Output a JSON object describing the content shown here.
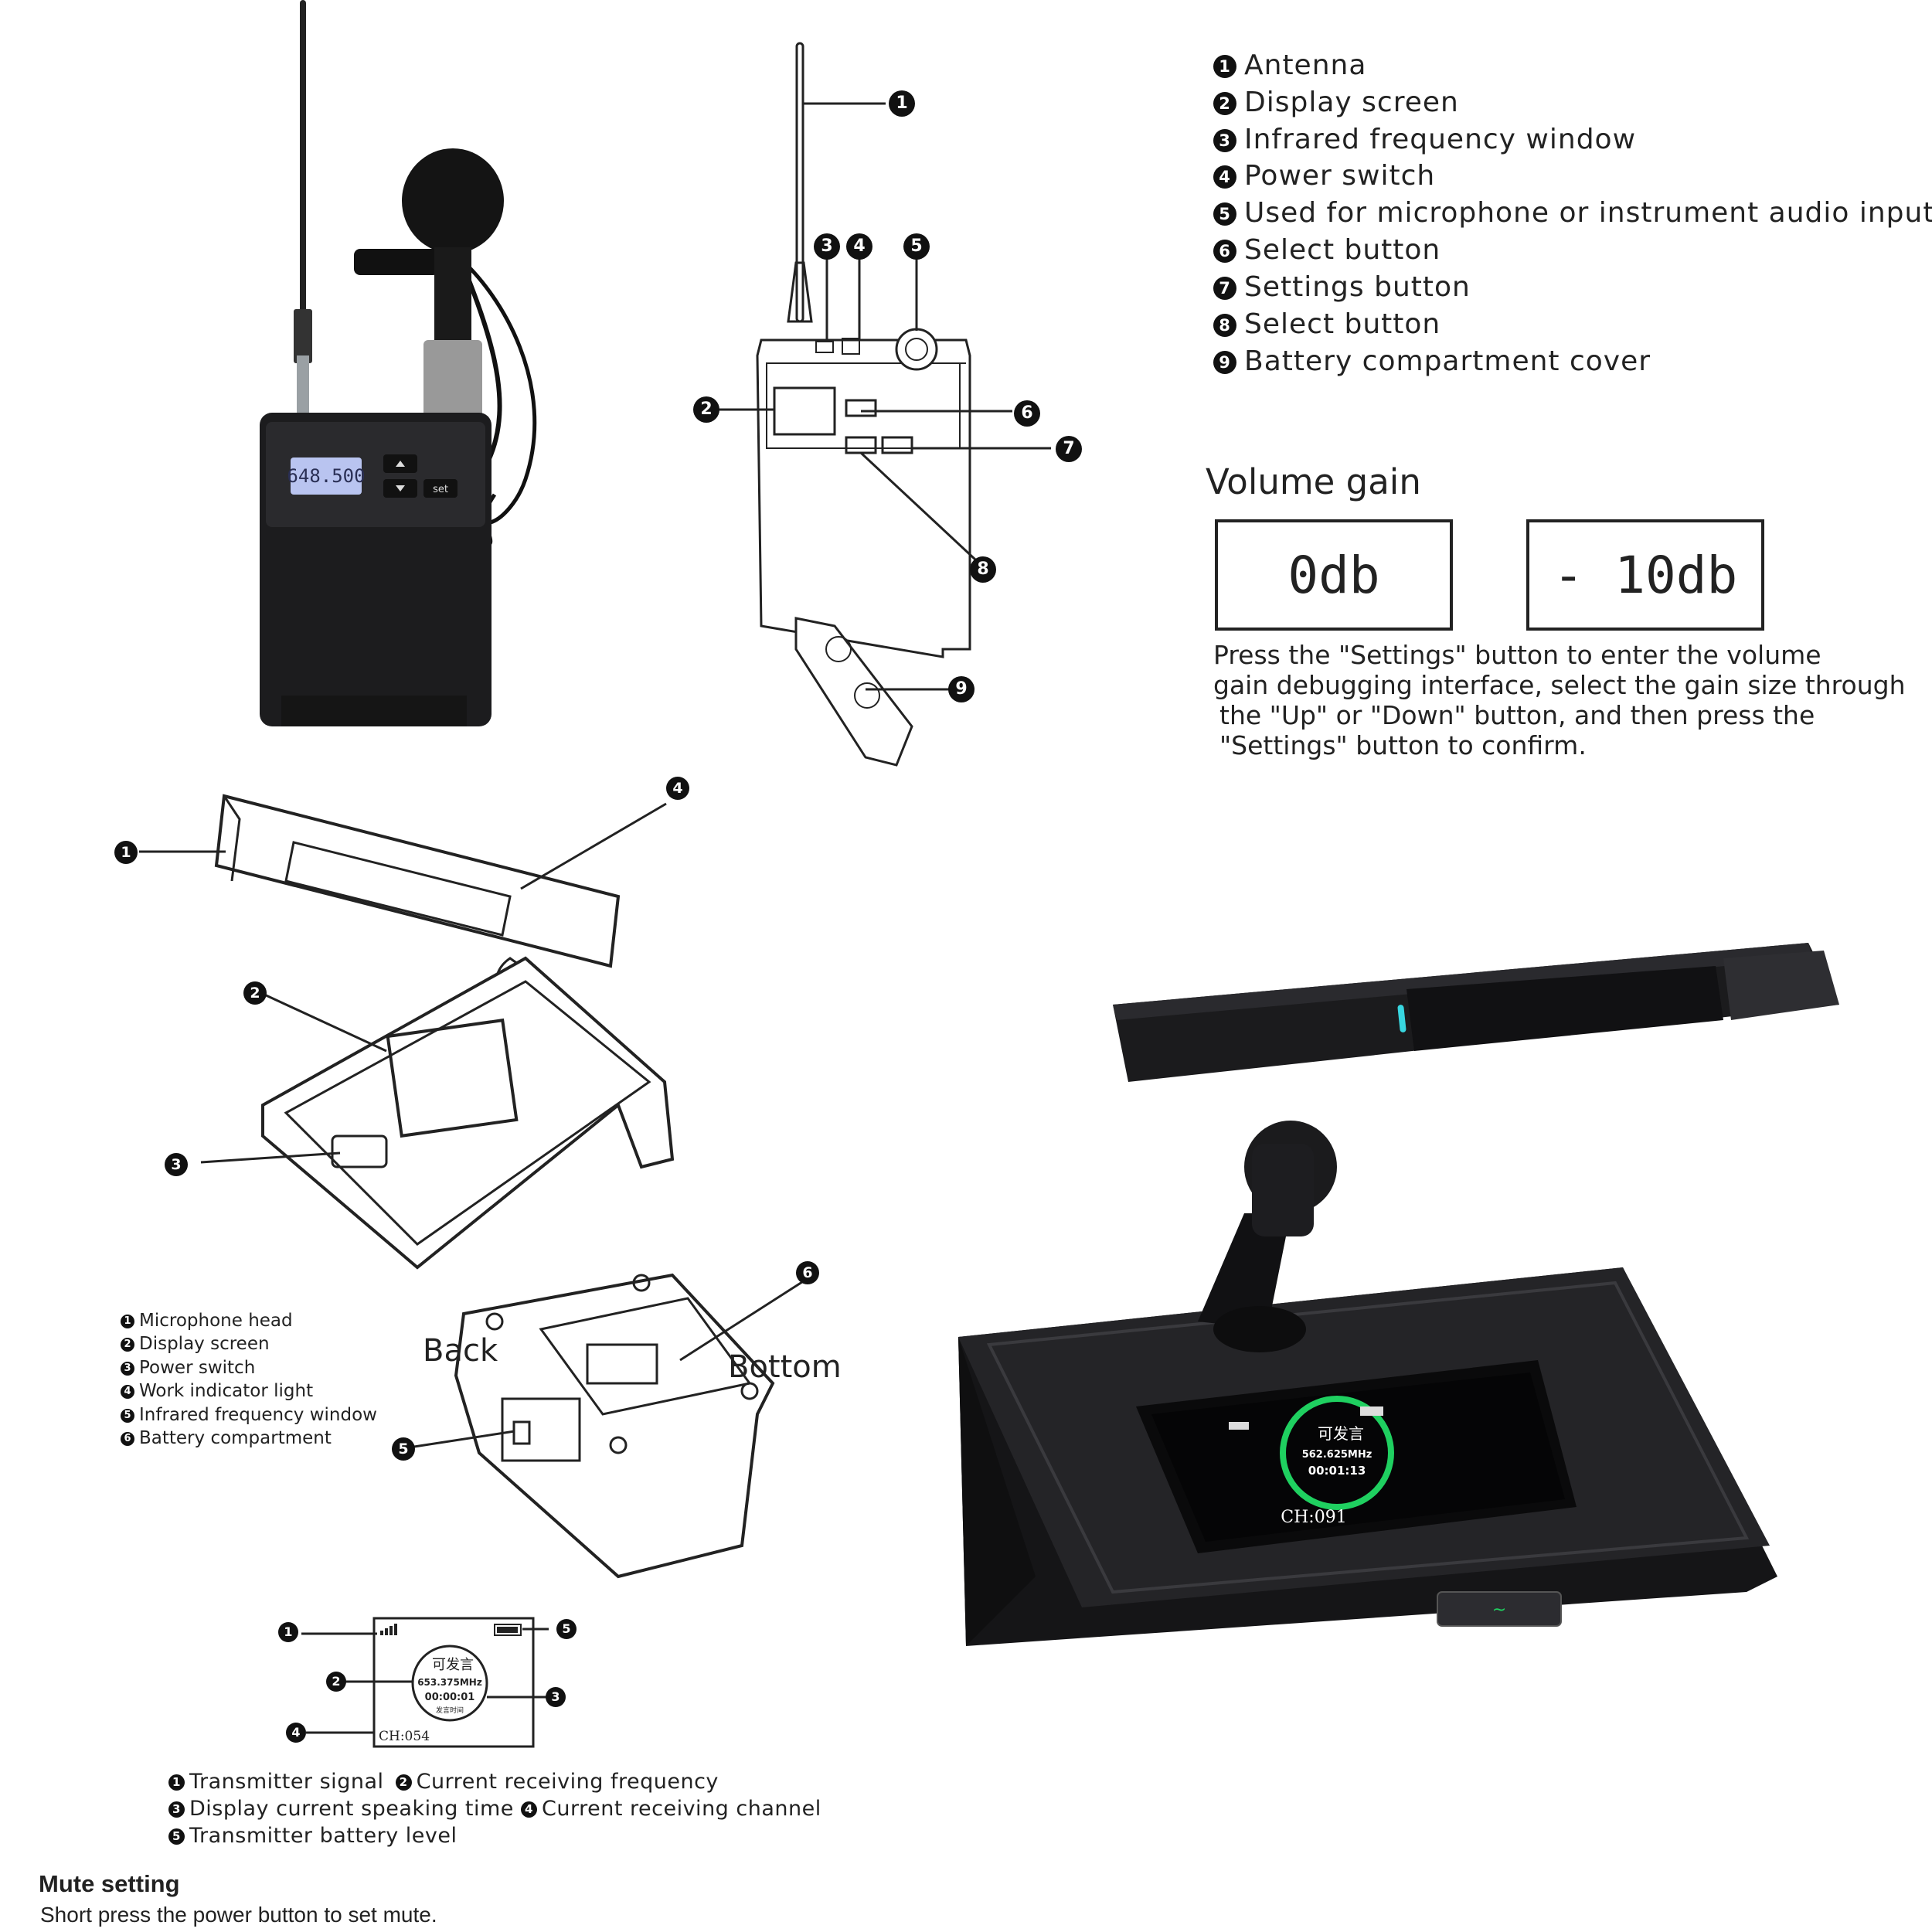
{
  "bodypack": {
    "lcd_text": "648.500",
    "set_label": "set",
    "legend": [
      {
        "n": "1",
        "label": "Antenna"
      },
      {
        "n": "2",
        "label": "Display screen"
      },
      {
        "n": "3",
        "label": "Infrared frequency window"
      },
      {
        "n": "4",
        "label": "Power switch"
      },
      {
        "n": "5",
        "label": "Used for microphone or instrument audio input"
      },
      {
        "n": "6",
        "label": "Select button"
      },
      {
        "n": "7",
        "label": "Settings button"
      },
      {
        "n": "8",
        "label": "Select button"
      },
      {
        "n": "9",
        "label": "Battery compartment cover"
      }
    ],
    "callouts": [
      "1",
      "2",
      "3",
      "4",
      "5",
      "6",
      "7",
      "8",
      "9"
    ]
  },
  "volume_gain": {
    "title": "Volume gain",
    "boxes": [
      "0db",
      "- 10db"
    ],
    "instructions": [
      "Press the \"Settings\" button to enter the volume",
      "gain debugging interface, select the gain size through",
      "the \"Up\" or \"Down\" button, and then press the",
      "\"Settings\" button to confirm."
    ]
  },
  "gooseneck": {
    "callouts": [
      "1",
      "2",
      "3",
      "4",
      "5",
      "6"
    ],
    "back_label": "Back",
    "bottom_label": "Bottom",
    "legend": [
      {
        "n": "1",
        "label": "Microphone head"
      },
      {
        "n": "2",
        "label": "Display screen"
      },
      {
        "n": "3",
        "label": "Power switch"
      },
      {
        "n": "4",
        "label": "Work indicator light"
      },
      {
        "n": "5",
        "label": "Infrared frequency window"
      },
      {
        "n": "6",
        "label": "Battery compartment"
      }
    ]
  },
  "screen_diagram": {
    "label_text": "可发言",
    "frequency": "653.375MHz",
    "time": "00:00:01",
    "time_caption": "发言时间",
    "channel": "CH:054",
    "callouts": [
      "1",
      "2",
      "3",
      "4",
      "5"
    ],
    "legend_lines": [
      [
        {
          "n": "1",
          "label": "Transmitter signal"
        },
        {
          "n": "2",
          "label": "Current receiving frequency"
        }
      ],
      [
        {
          "n": "3",
          "label": "Display current speaking time"
        },
        {
          "n": "4",
          "label": "Current receiving channel"
        }
      ],
      [
        {
          "n": "5",
          "label": "Transmitter battery level"
        }
      ]
    ]
  },
  "photo_screen": {
    "label_text": "可发言",
    "frequency": "562.625MHz",
    "time": "00:01:13",
    "channel": "CH:091"
  },
  "mute": {
    "title": "Mute setting",
    "text": "Short press the power button to set mute."
  },
  "colors": {
    "device_dark": "#1c1c1e",
    "screen_green": "#1fd060",
    "indicator_cyan": "#38d6e0",
    "lcd_blue": "#b9c4f0"
  }
}
